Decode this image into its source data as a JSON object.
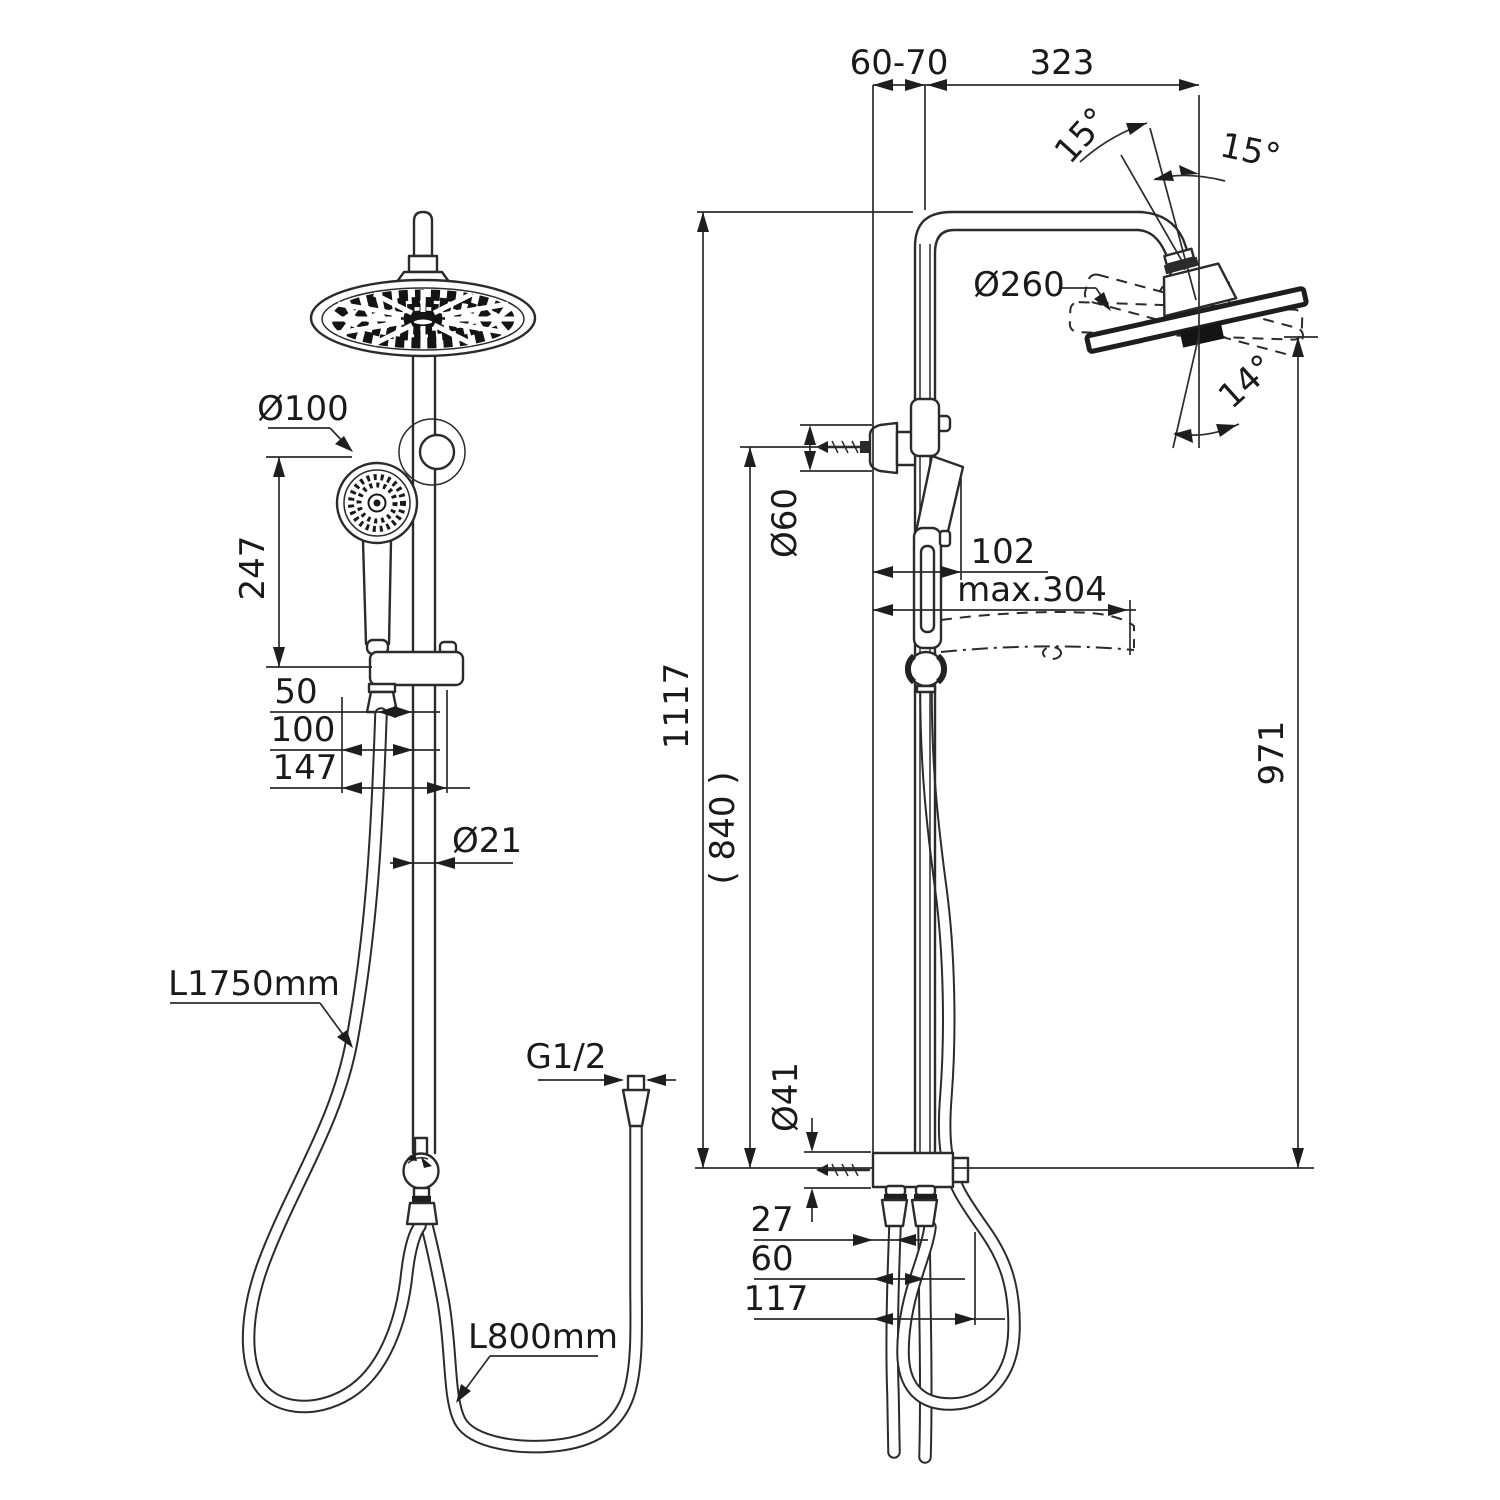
{
  "drawing": {
    "title": "shower-system-technical-drawing",
    "front": {
      "handspray_diameter": "Ø100",
      "handspray_length": "247",
      "offset_50": "50",
      "offset_100": "100",
      "offset_147": "147",
      "rail_diameter": "Ø21",
      "long_hose": "L1750mm",
      "thread": "G1/2",
      "short_hose": "L800mm"
    },
    "side": {
      "wall_distance": "60-70",
      "arm_length": "323",
      "swivel_up": "15°",
      "swivel_back": "15°",
      "head_diameter": "Ø260",
      "swivel_down": "14°",
      "escutcheon_diameter": "Ø60",
      "holder_depth": "102",
      "max_depth": "max.304",
      "overall_height": "1117",
      "rail_height": "( 840 )",
      "head_height": "971",
      "outlet_diameter": "Ø41",
      "offset_27": "27",
      "offset_60": "60",
      "offset_117": "117"
    },
    "colors": {
      "line": "#2b2b2b",
      "dark": "#1a1a1a",
      "background": "#ffffff"
    }
  }
}
